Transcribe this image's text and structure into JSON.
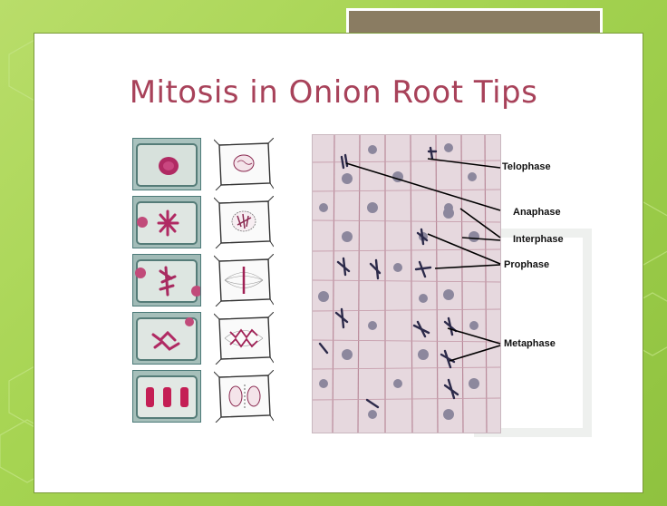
{
  "slide": {
    "title": "Mitosis in Onion Root Tips",
    "accent_color": "#a8425a"
  },
  "labels": {
    "telophase": "Telophase",
    "anaphase": "Anaphase",
    "interphase": "Interphase",
    "prophase": "Prophase",
    "metaphase": "Metaphase"
  }
}
